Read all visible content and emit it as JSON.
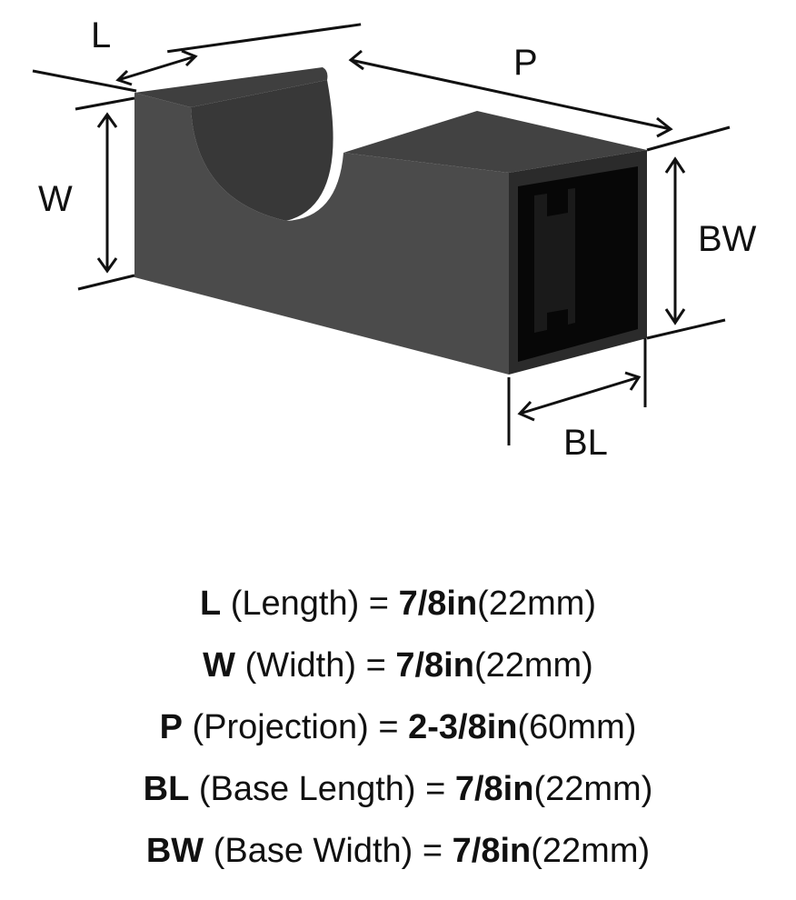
{
  "dimension_labels": {
    "L": "L",
    "W": "W",
    "P": "P",
    "BW": "BW",
    "BL": "BL"
  },
  "specs": [
    {
      "code": "L",
      "name": " (Length) = ",
      "imperial": "7/8in",
      "metric": "(22mm)"
    },
    {
      "code": "W",
      "name": " (Width) = ",
      "imperial": "7/8in",
      "metric": "(22mm)"
    },
    {
      "code": "P",
      "name": " (Projection) = ",
      "imperial": "2-3/8in",
      "metric": "(60mm)"
    },
    {
      "code": "BL",
      "name": " (Base Length) = ",
      "imperial": "7/8in",
      "metric": "(22mm)"
    },
    {
      "code": "BW",
      "name": " (Base Width) = ",
      "imperial": "7/8in",
      "metric": "(22mm)"
    }
  ]
}
